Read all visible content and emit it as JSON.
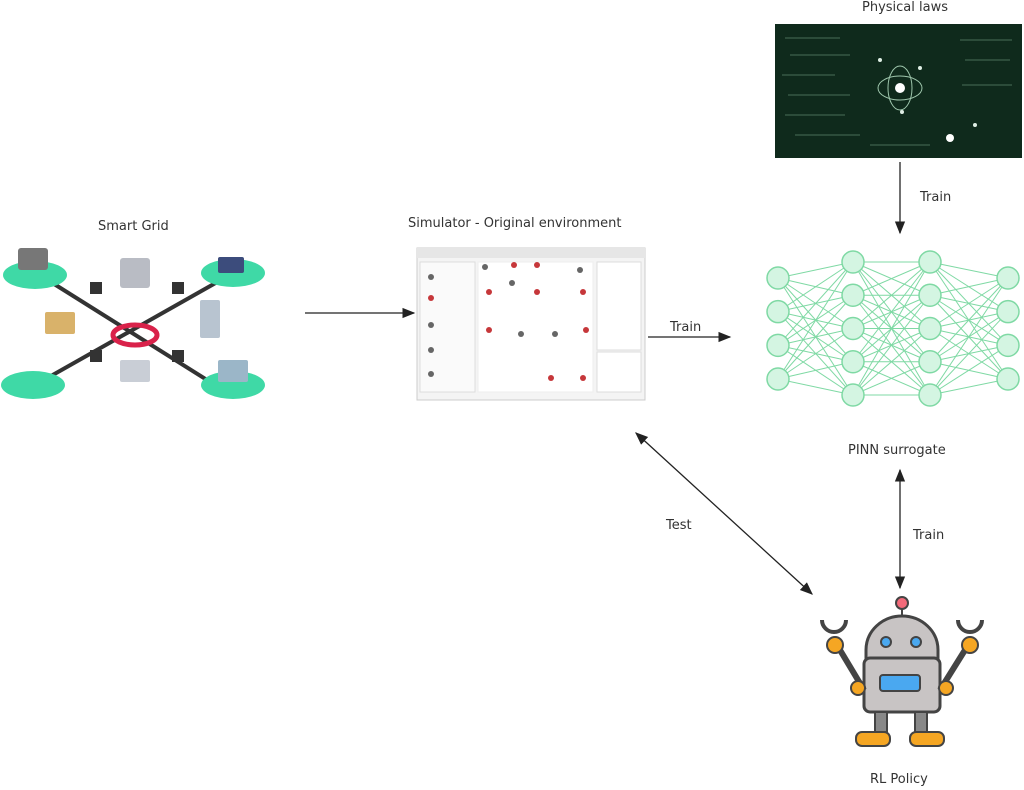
{
  "nodes": {
    "smart_grid": {
      "label": "Smart Grid"
    },
    "simulator": {
      "label": "Simulator - Original environment"
    },
    "physical_laws": {
      "label": "Physical laws"
    },
    "pinn": {
      "label": "PINN surrogate"
    },
    "rl_policy": {
      "label": "RL Policy"
    }
  },
  "edges": {
    "grid_to_sim": {
      "label": ""
    },
    "sim_to_pinn": {
      "label": "Train"
    },
    "laws_to_pinn": {
      "label": "Train"
    },
    "pinn_rl": {
      "label": "Train"
    },
    "sim_rl": {
      "label": "Test"
    }
  },
  "colors": {
    "grid_node": "#3fd9a6",
    "hub_ring": "#d9224a",
    "nn_fill": "#d4f5e2",
    "nn_stroke": "#7fd9a4",
    "board": "#0f2a1c",
    "robot_orange": "#f5a623",
    "robot_body": "#c8c4c4",
    "robot_screen": "#4aa8f0"
  },
  "network_layers": [
    4,
    5,
    5,
    4
  ]
}
